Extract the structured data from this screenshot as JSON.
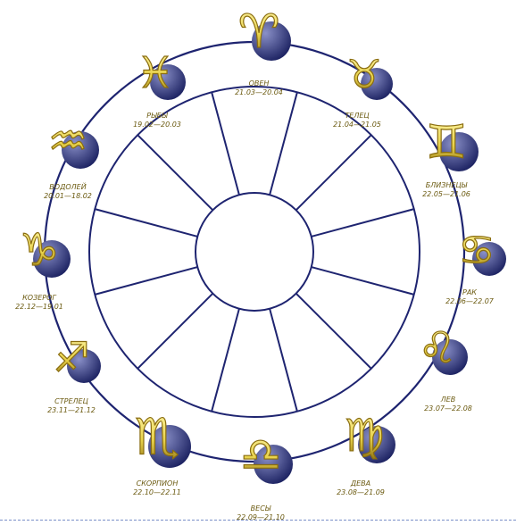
{
  "colors": {
    "ring": "#1e2470",
    "gold_light": "#fff6a8",
    "gold": "#e8d24a",
    "gold_dark": "#8a6d10",
    "orb_dark": "#141a5a",
    "orb_light": "#8a90c8",
    "label": "#6b5a10",
    "dash": "#7a8fc8"
  },
  "signs": [
    {
      "id": "aries",
      "icon": "aries-icon",
      "glyph": "♈",
      "name": "ОВЕН",
      "dates": "21.03—20.04"
    },
    {
      "id": "taurus",
      "icon": "taurus-icon",
      "glyph": "♉",
      "name": "ТЕЛЕЦ",
      "dates": "21.04—21.05"
    },
    {
      "id": "gemini",
      "icon": "gemini-icon",
      "glyph": "♊",
      "name": "БЛИЗНЕЦЫ",
      "dates": "22.05—21.06"
    },
    {
      "id": "cancer",
      "icon": "cancer-icon",
      "glyph": "♋",
      "name": "РАК",
      "dates": "22.06—22.07"
    },
    {
      "id": "leo",
      "icon": "leo-icon",
      "glyph": "♌",
      "name": "ЛЕВ",
      "dates": "23.07—22.08"
    },
    {
      "id": "virgo",
      "icon": "virgo-icon",
      "glyph": "♍",
      "name": "ДЕВА",
      "dates": "23.08—21.09"
    },
    {
      "id": "libra",
      "icon": "libra-icon",
      "glyph": "♎",
      "name": "ВЕСЫ",
      "dates": "22.09—21.10"
    },
    {
      "id": "scorpio",
      "icon": "scorpio-icon",
      "glyph": "♏",
      "name": "СКОРПИОН",
      "dates": "22.10—22.11"
    },
    {
      "id": "sagittarius",
      "icon": "sagittarius-icon",
      "glyph": "♐",
      "name": "СТРЕЛЕЦ",
      "dates": "23.11—21.12"
    },
    {
      "id": "capricorn",
      "icon": "capricorn-icon",
      "glyph": "♑",
      "name": "КОЗЕРОГ",
      "dates": "22.12—19.01"
    },
    {
      "id": "aquarius",
      "icon": "aquarius-icon",
      "glyph": "♒",
      "name": "ВОДОЛЕЙ",
      "dates": "20.01—18.02"
    },
    {
      "id": "pisces",
      "icon": "pisces-icon",
      "glyph": "♓",
      "name": "РЫБЫ",
      "dates": "19.02—20.03"
    }
  ]
}
